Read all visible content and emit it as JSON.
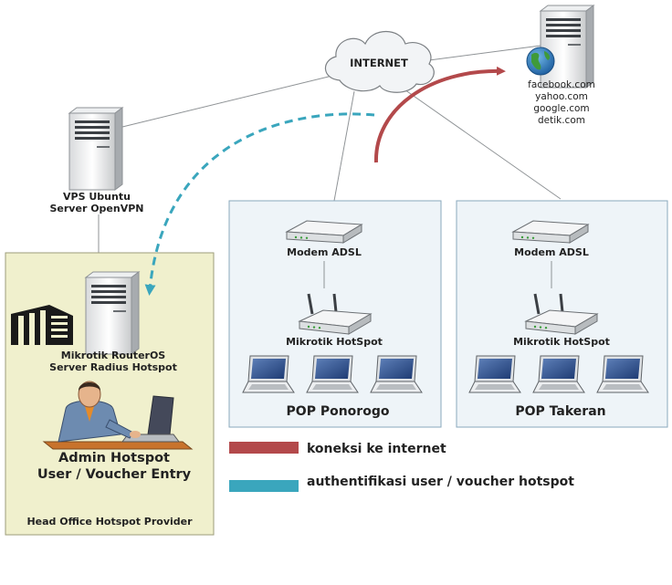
{
  "colors": {
    "internet_connection": "#b3494b",
    "authentication": "#3aa6bd",
    "head_office_fill": "#f0f0cd",
    "pop_fill": "#eef4f8",
    "pop_border": "#8aa8bc",
    "head_office_border": "#9d9d7a"
  },
  "internet": {
    "label": "INTERNET"
  },
  "websites": [
    "facebook.com",
    "yahoo.com",
    "google.com",
    "detik.com"
  ],
  "vps": {
    "line1": "VPS Ubuntu",
    "line2": "Server OpenVPN"
  },
  "head_office": {
    "router_line1": "Mikrotik RouterOS",
    "router_line2": "Server Radius Hotspot",
    "admin_line1": "Admin Hotspot",
    "admin_line2": "User / Voucher Entry",
    "caption": "Head Office Hotspot Provider"
  },
  "pops": [
    {
      "title": "POP Ponorogo",
      "modem_label": "Modem ADSL",
      "hotspot_label": "Mikrotik HotSpot"
    },
    {
      "title": "POP Takeran",
      "modem_label": "Modem ADSL",
      "hotspot_label": "Mikrotik HotSpot"
    }
  ],
  "legend": [
    {
      "label": "koneksi ke internet",
      "color": "#b3494b"
    },
    {
      "label": "authentifikasi user / voucher hotspot",
      "color": "#3aa6bd"
    }
  ],
  "icons": [
    "server-icon",
    "cloud-icon",
    "globe-icon",
    "building-icon",
    "admin-person-icon",
    "adsl-modem-icon",
    "wifi-router-icon",
    "laptop-icon"
  ]
}
